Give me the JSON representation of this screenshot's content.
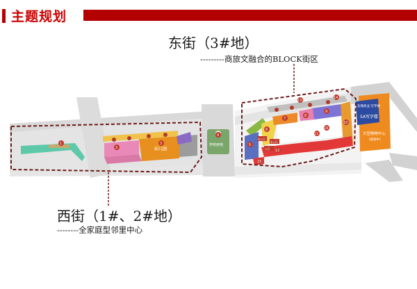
{
  "header": {
    "title": "主题规划"
  },
  "east": {
    "title": "东街（3#地）",
    "subtitle": "---------商旅文融合的BLOCK街区"
  },
  "west": {
    "title": "西街（1#、2#地）",
    "subtitle": "--------全家庭型邻里中心"
  },
  "map": {
    "kindergarten": "幼儿园",
    "school_playground": "学校用地",
    "mall": "大型购物中心",
    "mall_sub": "（规划中）",
    "office": "5A写字楼",
    "office_top": "东侧商业·写字楼",
    "parcel_numbers": [
      "1",
      "2",
      "3",
      "4",
      "5",
      "6",
      "7",
      "8",
      "9",
      "10",
      "11",
      "12",
      "13",
      "14",
      "15",
      "16"
    ],
    "tag_a": "东入口",
    "tag_b": "主入口",
    "tag_c": "入口"
  },
  "colors": {
    "accent_red": "#b30000",
    "road": "#d6d6d6",
    "boundary": "#6b1a1a"
  }
}
